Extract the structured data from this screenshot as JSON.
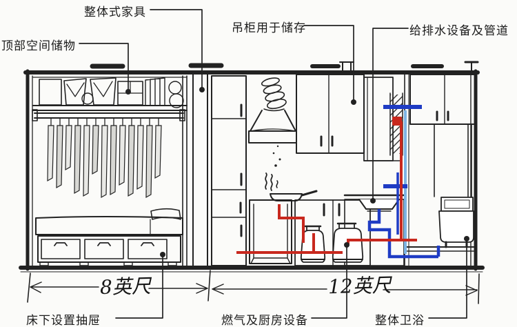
{
  "callouts": {
    "integrated_furniture": "整体式家具",
    "top_space_storage": "顶部空间储物",
    "wall_cabinet_storage": "吊柜用于储存",
    "plumbing_equipment": "给排水设备及管道",
    "under_bed_drawers": "床下设置抽屉",
    "gas_kitchen_equipment": "燃气及厨房设备",
    "unit_bathroom": "整体卫浴"
  },
  "dimensions": {
    "bed_zone_width": "8英尺",
    "kitchen_bath_zone_width": "12英尺"
  },
  "colors": {
    "ink": "#222222",
    "gas-pipe": "#c8281e",
    "water-pipe": "#1f3cc4",
    "water-pipe-light": "#7db4e4",
    "paper": "#fbfbf9"
  }
}
